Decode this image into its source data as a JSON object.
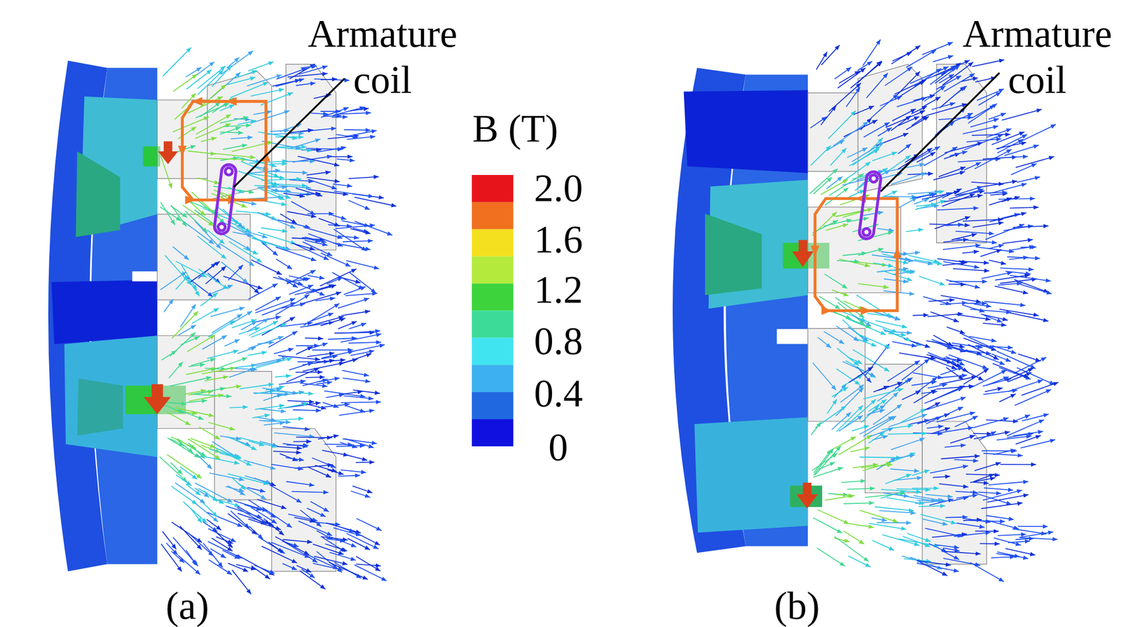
{
  "diagram": {
    "labels": [
      "Armature coil",
      "Armature coil",
      "B (T)",
      "2.0",
      "1.6",
      "1.2",
      "0.8",
      "0.4",
      "0",
      "(a)",
      "(b)"
    ]
  }
}
